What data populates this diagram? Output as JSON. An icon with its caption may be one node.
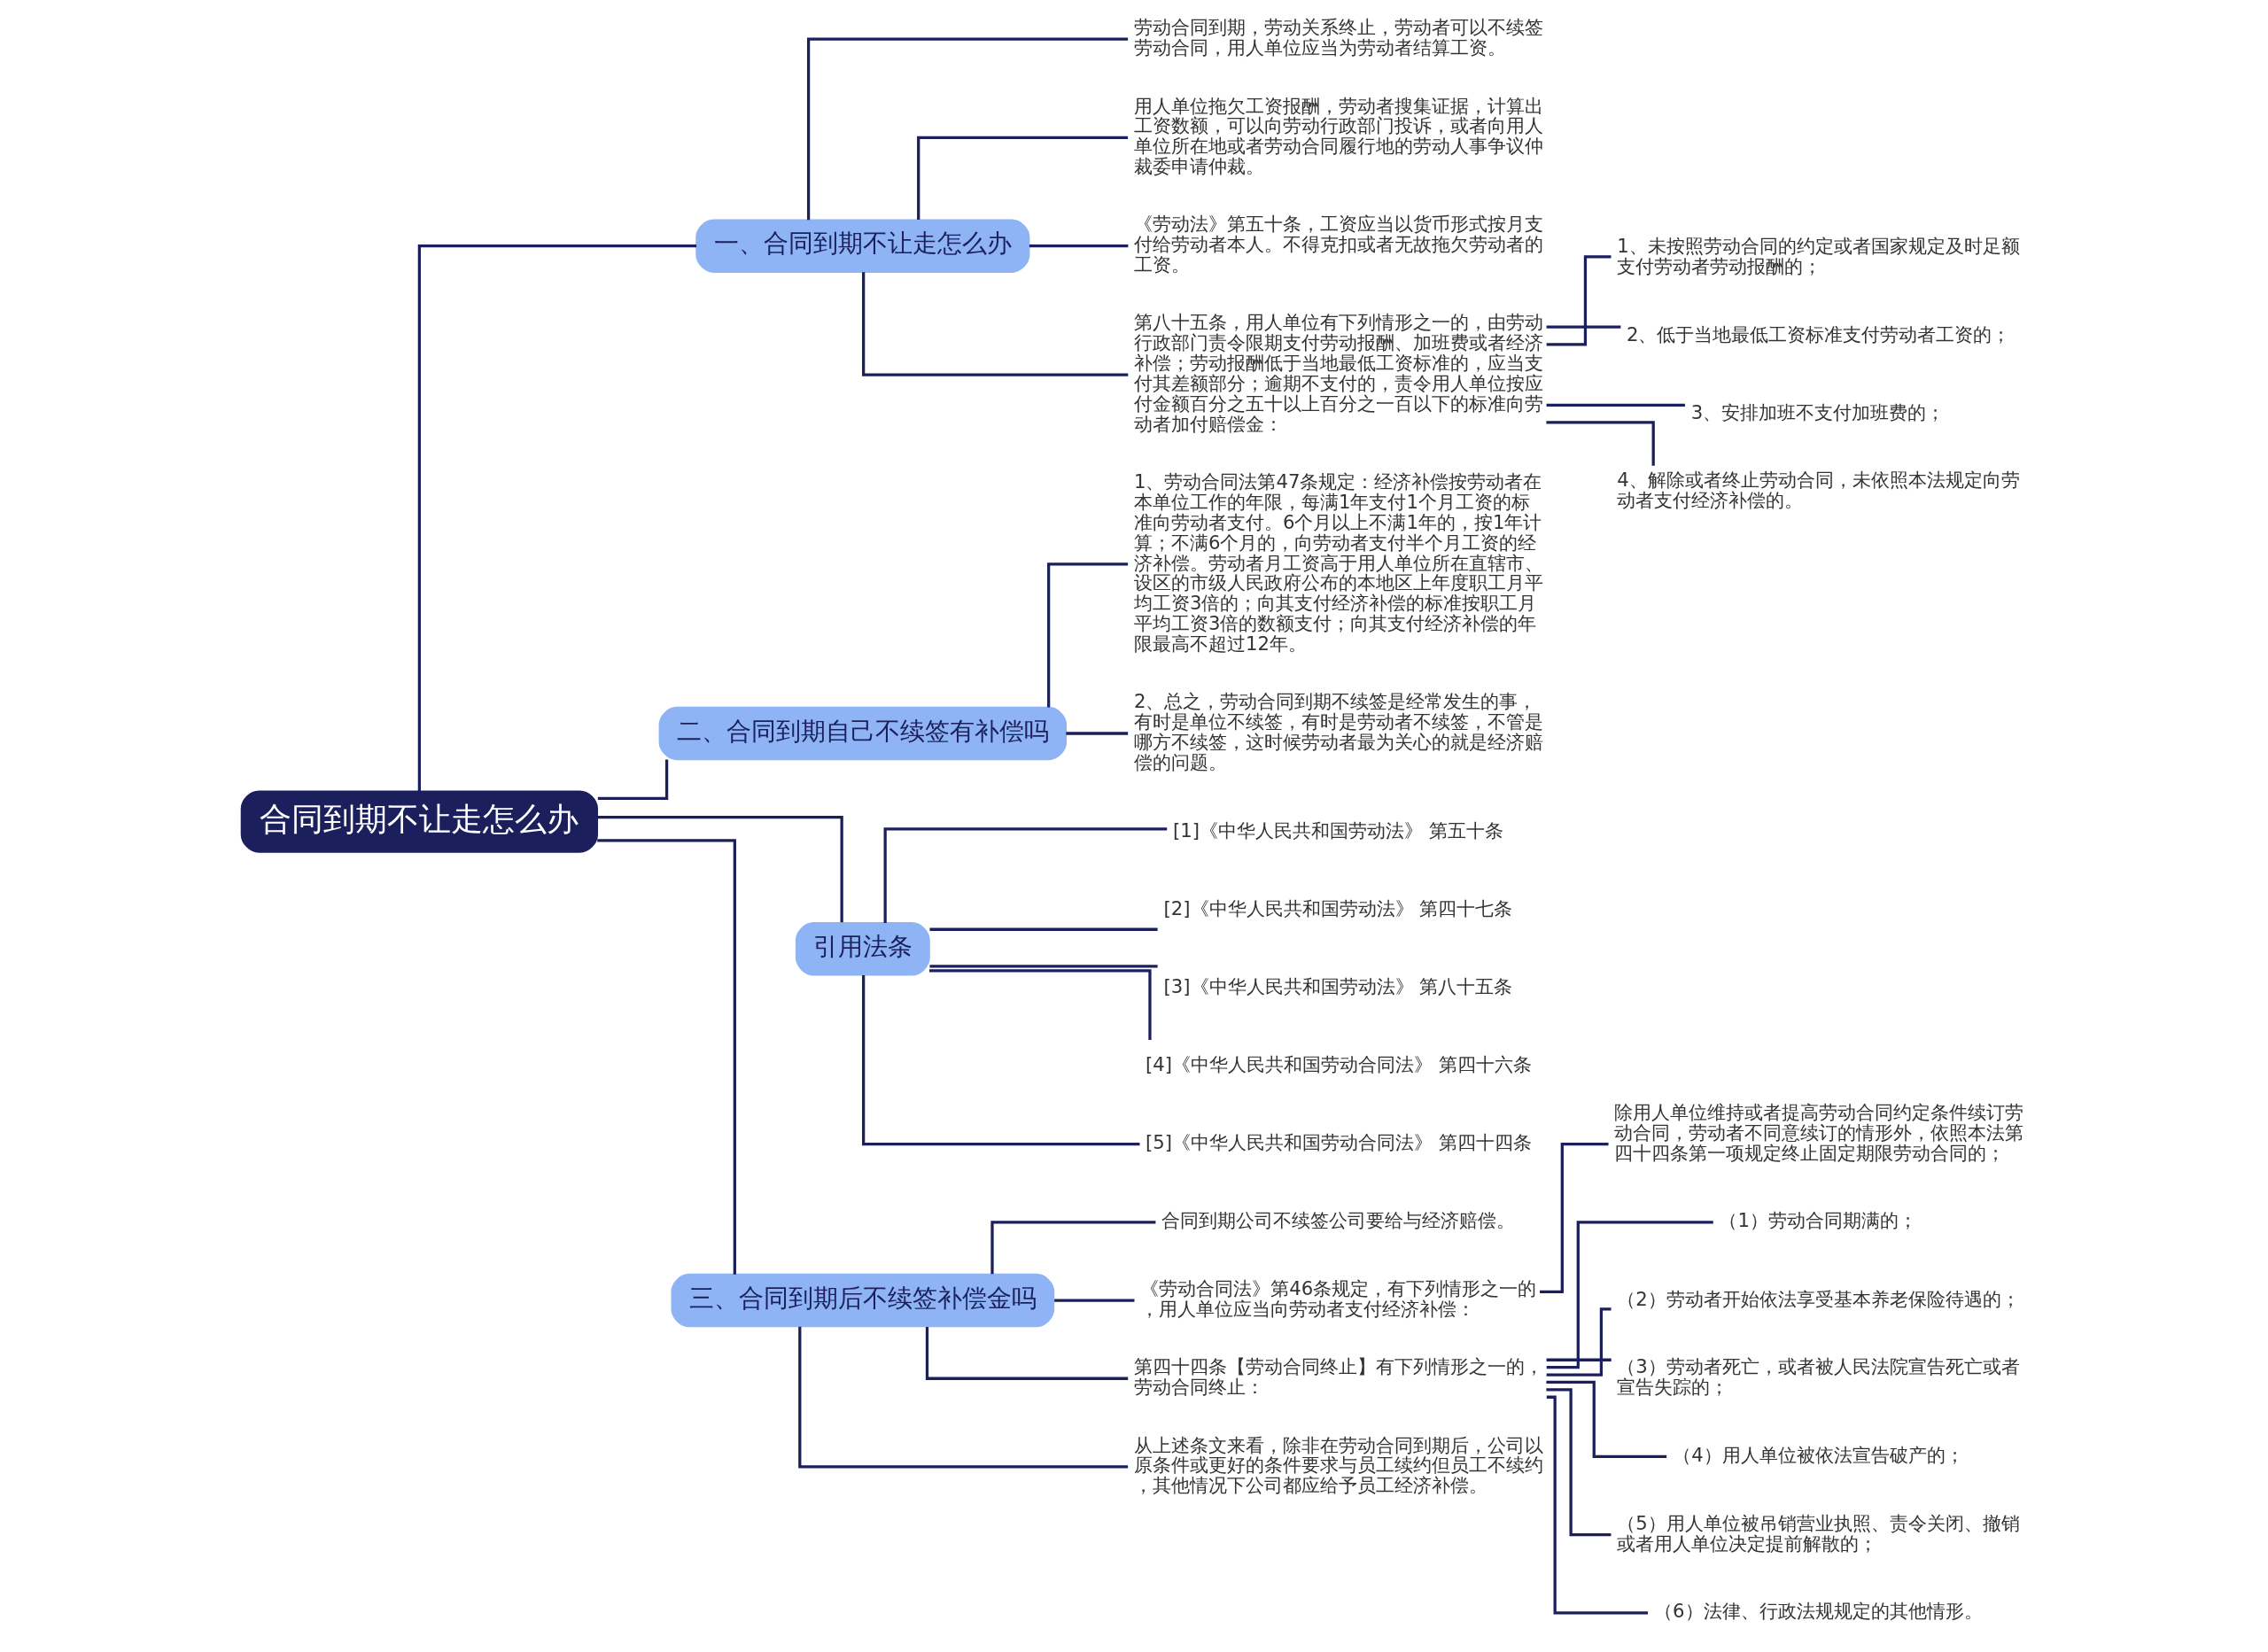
{
  "diagram": {
    "nodes": [
      {
        "text": [
          "合同到期不让走怎么办"
        ]
      },
      {
        "text": [
          "一、合同到期不让走怎么办"
        ]
      },
      {
        "text": [
          "劳动合同到期，劳动关系终止，劳动者可以不续签劳动合同，用人单位应当为劳动者结算工资。"
        ]
      },
      {
        "text": [
          "用人单位拖欠工资报酬，劳动者搜集证据，计算出工资数额，可以向劳动行政部门投诉，或者向用人单位所在地或者劳动合同履行地的劳动人事争议仲裁委申请仲裁。"
        ]
      },
      {
        "text": [
          "《劳动法》第五十条，工资应当以货币形式按月支付给劳动者本人。不得克扣或者无故拖欠劳动者的工资。"
        ]
      },
      {
        "text": [
          "第八十五条，用人单位有下列情形之一的，由劳动行政部门责令限期支付劳动报酬、加班费或者经济补偿；劳动报酬低于当地最低工资标准的，应当支付其差额部分；逾期不支付的，责令用人单位按应付金额百分之五十以上百分之一百以下的标准向劳动者加付赔偿金："
        ]
      },
      {
        "text": [
          "1、未按照劳动合同的约定或者国家规定及时足额支付劳动者劳动报酬的；"
        ]
      },
      {
        "text": [
          "2、低于当地最低工资标准支付劳动者工资的；"
        ]
      },
      {
        "text": [
          "3、安排加班不支付加班费的；"
        ]
      },
      {
        "text": [
          "4、解除或者终止劳动合同，未依照本法规定向劳动者支付经济补偿的。"
        ]
      },
      {
        "text": [
          "二、合同到期自己不续签有补偿吗"
        ]
      },
      {
        "text": [
          "1、劳动合同法第47条规定：经济补偿按劳动者在本单位工作的年限，每满1年支付1个月工资的标准向劳动者支付。6个月以上不满1年的，按1年计算；不满6个月的，向劳动者支付半个月工资的经济补偿。劳动者月工资高于用人单位所在直辖市、设区的市级人民政府公布的本地区上年度职工月平均工资3倍的；向其支付经济补偿的标准按职工月平均工资3倍的数额支付；向其支付经济补偿的年限最高不超过12年。"
        ]
      },
      {
        "text": [
          "2、总之，劳动合同到期不续签是经常发生的事，有时是单位不续签，有时是劳动者不续签，不管是哪方不续签，这时候劳动者最为关心的就是经济赔偿的问题。"
        ]
      },
      {
        "text": [
          "引用法条"
        ]
      },
      {
        "text": [
          "[1]《中华人民共和国劳动法》 第五十条"
        ]
      },
      {
        "text": [
          "[2]《中华人民共和国劳动法》 第四十七条"
        ]
      },
      {
        "text": [
          "[3]《中华人民共和国劳动法》 第八十五条"
        ]
      },
      {
        "text": [
          "[4]《中华人民共和国劳动合同法》 第四十六条"
        ]
      },
      {
        "text": [
          "[5]《中华人民共和国劳动合同法》 第四十四条"
        ]
      },
      {
        "text": [
          "三、合同到期后不续签补偿金吗"
        ]
      },
      {
        "text": [
          "合同到期公司不续签公司要给与经济赔偿。"
        ]
      },
      {
        "text": [
          "《劳动合同法》第46条规定，有下列情形之一的，用人单位应当向劳动者支付经济补偿："
        ]
      },
      {
        "text": [
          "除用人单位维持或者提高劳动合同约定条件续订劳动合同，劳动者不同意续订的情形外，依照本法第四十四条第一项规定终止固定期限劳动合同的；"
        ]
      },
      {
        "text": [
          "第四十四条【劳动合同终止】有下列情形之一的，劳动合同终止："
        ]
      },
      {
        "text": [
          "（1）劳动合同期满的；"
        ]
      },
      {
        "text": [
          "（2）劳动者开始依法享受基本养老保险待遇的；"
        ]
      },
      {
        "text": [
          "（3）劳动者死亡，或者被人民法院宣告死亡或者宣告失踪的；"
        ]
      },
      {
        "text": [
          "（4）用人单位被依法宣告破产的；"
        ]
      },
      {
        "text": [
          "（5）用人单位被吊销营业执照、责令关闭、撤销或者用人单位决定提前解散的；"
        ]
      },
      {
        "text": [
          "（6）法律、行政法规规定的其他情形。"
        ]
      },
      {
        "text": [
          "从上述条文来看，除非在劳动合同到期后，公司以原条件或更好的条件要求与员工续约但员工不续约，其他情况下公司都应给予员工经济补偿。"
        ]
      }
    ],
    "edges": [
      {
        "from": 0,
        "to": 1,
        "arrow": "none"
      },
      {
        "from": 1,
        "to": 2,
        "arrow": "none"
      },
      {
        "from": 1,
        "to": 3,
        "arrow": "none"
      },
      {
        "from": 1,
        "to": 4,
        "arrow": "none"
      },
      {
        "from": 1,
        "to": 5,
        "arrow": "none"
      },
      {
        "from": 5,
        "to": 6,
        "arrow": "none"
      },
      {
        "from": 5,
        "to": 7,
        "arrow": "none"
      },
      {
        "from": 5,
        "to": 8,
        "arrow": "none"
      },
      {
        "from": 5,
        "to": 9,
        "arrow": "none"
      },
      {
        "from": 0,
        "to": 10,
        "arrow": "none"
      },
      {
        "from": 10,
        "to": 11,
        "arrow": "none"
      },
      {
        "from": 10,
        "to": 12,
        "arrow": "none"
      },
      {
        "from": 0,
        "to": 13,
        "arrow": "none"
      },
      {
        "from": 13,
        "to": 14,
        "arrow": "none"
      },
      {
        "from": 13,
        "to": 15,
        "arrow": "none"
      },
      {
        "from": 13,
        "to": 16,
        "arrow": "none"
      },
      {
        "from": 13,
        "to": 17,
        "arrow": "none"
      },
      {
        "from": 13,
        "to": 18,
        "arrow": "none"
      },
      {
        "from": 0,
        "to": 19,
        "arrow": "none"
      },
      {
        "from": 19,
        "to": 20,
        "arrow": "none"
      },
      {
        "from": 19,
        "to": 21,
        "arrow": "none"
      },
      {
        "from": 21,
        "to": 22,
        "arrow": "none"
      },
      {
        "from": 19,
        "to": 23,
        "arrow": "none"
      },
      {
        "from": 23,
        "to": 24,
        "arrow": "none"
      },
      {
        "from": 23,
        "to": 25,
        "arrow": "none"
      },
      {
        "from": 23,
        "to": 26,
        "arrow": "none"
      },
      {
        "from": 23,
        "to": 27,
        "arrow": "none"
      },
      {
        "from": 23,
        "to": 28,
        "arrow": "none"
      },
      {
        "from": 23,
        "to": 29,
        "arrow": "none"
      },
      {
        "from": 19,
        "to": 30,
        "arrow": "none"
      }
    ]
  }
}
